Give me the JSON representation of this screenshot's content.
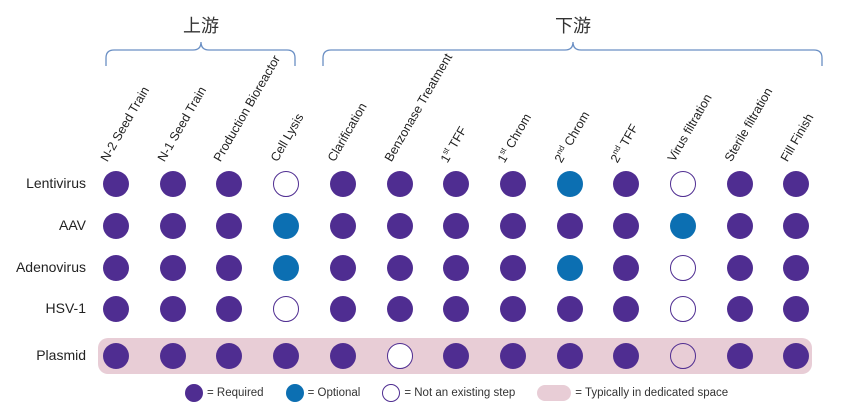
{
  "groups": {
    "upstream": "上游",
    "downstream": "下游"
  },
  "columns": [
    {
      "label": "N-2 Seed Train"
    },
    {
      "label": "N-1 Seed Train"
    },
    {
      "label": "Production Bioreactor"
    },
    {
      "label": "Cell Lysis"
    },
    {
      "label": "Clarification"
    },
    {
      "label": "Benzonase Treatment"
    },
    {
      "label": "1st TFF",
      "prefix": "1",
      "sup": "st",
      "suffix": " TFF"
    },
    {
      "label": "1st Chrom",
      "prefix": "1",
      "sup": "st",
      "suffix": " Chrom"
    },
    {
      "label": "2nd Chrom",
      "prefix": "2",
      "sup": "nd",
      "suffix": " Chrom"
    },
    {
      "label": "2nd TFF",
      "prefix": "2",
      "sup": "nd",
      "suffix": " TFF"
    },
    {
      "label": "Virus filtration"
    },
    {
      "label": "Sterile filtration"
    },
    {
      "label": "Fill Finish"
    }
  ],
  "rows": [
    {
      "label": "Lentivirus",
      "cells": [
        "R",
        "R",
        "R",
        "N",
        "R",
        "R",
        "R",
        "R",
        "O",
        "R",
        "N",
        "R",
        "R"
      ]
    },
    {
      "label": "AAV",
      "cells": [
        "R",
        "R",
        "R",
        "O",
        "R",
        "R",
        "R",
        "R",
        "R",
        "R",
        "O",
        "R",
        "R"
      ]
    },
    {
      "label": "Adenovirus",
      "cells": [
        "R",
        "R",
        "R",
        "O",
        "R",
        "R",
        "R",
        "R",
        "O",
        "R",
        "N",
        "R",
        "R"
      ]
    },
    {
      "label": "HSV-1",
      "cells": [
        "R",
        "R",
        "R",
        "N",
        "R",
        "R",
        "R",
        "R",
        "R",
        "R",
        "N",
        "R",
        "R"
      ]
    },
    {
      "label": "Plasmid",
      "cells": [
        "R",
        "R",
        "R",
        "R",
        "R",
        "N",
        "R",
        "R",
        "R",
        "R",
        "N",
        "R",
        "R"
      ],
      "dedicated": true
    }
  ],
  "legend": {
    "required": "= Required",
    "optional": "= Optional",
    "none": "= Not an existing step",
    "dedicated": "= Typically in dedicated space"
  },
  "colors": {
    "required": "#4f2d91",
    "optional": "#0c6fb2",
    "dedicated": "#e8cdd6",
    "bracket": "#6a8fc4"
  }
}
